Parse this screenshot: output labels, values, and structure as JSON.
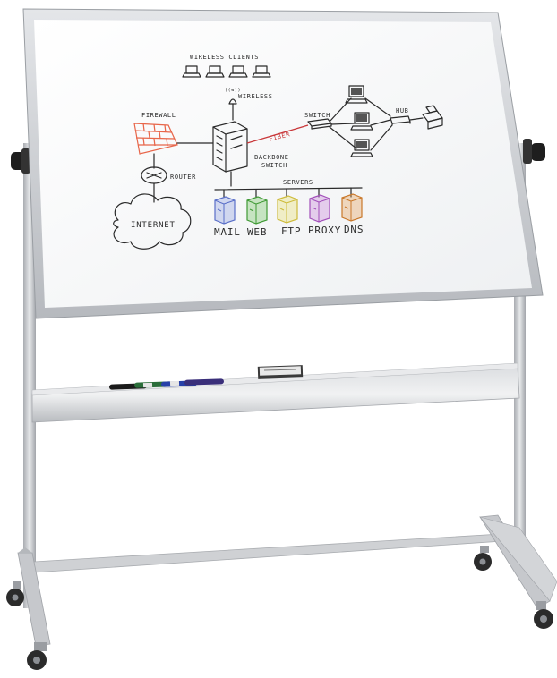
{
  "diagram": {
    "wireless_clients_label": "WIRELESS CLIENTS",
    "wireless_label": "WIRELESS",
    "wifi_tag": "((w))",
    "firewall_label": "FIREWALL",
    "router_label": "ROUTER",
    "internet_label": "INTERNET",
    "fiber_label": "FIBER",
    "switch_label": "SWITCH",
    "hub_label": "HUB",
    "backbone_label_line1": "BACKBONE",
    "backbone_label_line2": "SWITCH",
    "servers_label": "SERVERS",
    "servers": [
      {
        "label": "MAIL",
        "color": "#8a9be0"
      },
      {
        "label": "WEB",
        "color": "#6fbf5f"
      },
      {
        "label": "FTP",
        "color": "#e8dc6a"
      },
      {
        "label": "PROXY",
        "color": "#c77fd8"
      },
      {
        "label": "DNS",
        "color": "#e29a4e"
      }
    ],
    "fiber_color": "#c9373a",
    "firewall_color": "#e8664a"
  },
  "colors": {
    "frame": "#c9cbcf",
    "board": "#f7f8f9",
    "stand": "#c4c6ca",
    "caster": "#2b2b2b"
  }
}
